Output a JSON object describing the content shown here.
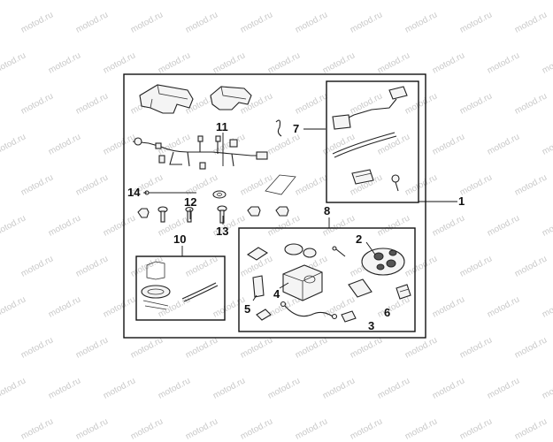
{
  "watermark": {
    "text": "motod.ru",
    "color": "#c9c9c9"
  },
  "callouts": {
    "c1": "1",
    "c2": "2",
    "c3": "3",
    "c4": "4",
    "c5": "5",
    "c6": "6",
    "c7": "7",
    "c8": "8",
    "c10": "10",
    "c11": "11",
    "c12": "12",
    "c13": "13",
    "c14": "14"
  },
  "parts": [
    {
      "id": "1",
      "icon": "kit-frame"
    },
    {
      "id": "2",
      "icon": "remote-fob"
    },
    {
      "id": "3",
      "icon": "small-clip"
    },
    {
      "id": "4",
      "icon": "siren-wire-harness"
    },
    {
      "id": "5",
      "icon": "bracket"
    },
    {
      "id": "6",
      "icon": "grommet"
    },
    {
      "id": "7",
      "icon": "connector-harness-group"
    },
    {
      "id": "8",
      "icon": "alarm-unit-group"
    },
    {
      "id": "10",
      "icon": "mount-group"
    },
    {
      "id": "11",
      "icon": "main-wire-harness"
    },
    {
      "id": "12",
      "icon": "bolt"
    },
    {
      "id": "13",
      "icon": "screw"
    },
    {
      "id": "14",
      "icon": "tie-rod"
    }
  ]
}
